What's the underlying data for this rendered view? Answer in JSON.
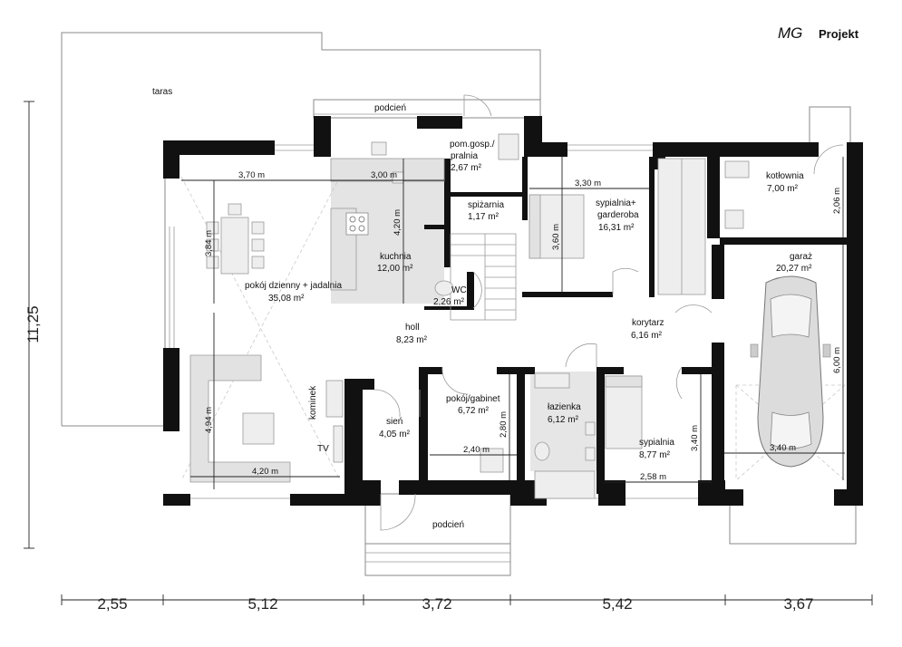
{
  "brand": {
    "logo_mg": "MG",
    "logo_rest": "Projekt"
  },
  "overall": {
    "height": "11,25"
  },
  "bottom_dims": [
    "2,55",
    "5,12",
    "3,72",
    "5,42",
    "3,67"
  ],
  "rooms": {
    "taras": "taras",
    "podcien_top": "podcień",
    "podcien_bottom": "podcień",
    "pom_gosp_1": "pom.gosp./",
    "pom_gosp_2": "pralnia",
    "pom_gosp_area": "2,67 m²",
    "spizarnia": "spiżarnia",
    "spizarnia_area": "1,17 m²",
    "sypialnia_garderoba_1": "sypialnia+",
    "sypialnia_garderoba_2": "garderoba",
    "sypialnia_garderoba_area": "16,31 m²",
    "kotlownia": "kotłownia",
    "kotlownia_area": "7,00 m²",
    "garaz": "garaż",
    "garaz_area": "20,27 m²",
    "kuchnia": "kuchnia",
    "kuchnia_area": "12,00 m²",
    "pokoj_dzienny": "pokój dzienny + jadalnia",
    "pokoj_dzienny_area": "35,08 m²",
    "wc": "WC",
    "wc_area": "2,26 m²",
    "holl": "holl",
    "holl_area": "8,23 m²",
    "korytarz": "korytarz",
    "korytarz_area": "6,16 m²",
    "kominek": "kominek",
    "tv": "TV",
    "sien": "sień",
    "sien_area": "4,05 m²",
    "gabinet": "pokój/gabinet",
    "gabinet_area": "6,72 m²",
    "lazienka": "łazienka",
    "lazienka_area": "6,12 m²",
    "sypialnia": "sypialnia",
    "sypialnia_area": "8,77 m²"
  },
  "inner_dims": {
    "living_w": "3,70 m",
    "kitchen_w": "3,00 m",
    "kitchen_h": "4,20 m",
    "living_h_top": "3,84 m",
    "living_h_bottom": "4,94 m",
    "living_w_bottom": "4,20 m",
    "bedroom1_w": "3,30 m",
    "bedroom1_h": "3,60 m",
    "boiler_h": "2,06 m",
    "garage_h": "6,00 m",
    "garage_w": "3,40 m",
    "office_w": "2,40 m",
    "office_h": "2,80 m",
    "bedroom2_w": "2,58 m",
    "bedroom2_h": "3,40 m"
  }
}
